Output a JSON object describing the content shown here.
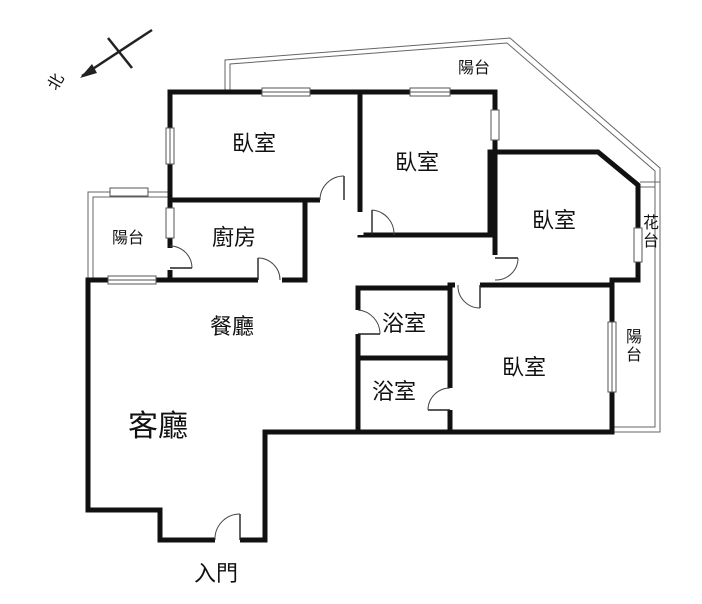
{
  "rooms": {
    "bedroom_nw": "臥室",
    "bedroom_north": "臥室",
    "bedroom_east": "臥室",
    "bedroom_se": "臥室",
    "kitchen": "廚房",
    "dining": "餐廳",
    "living": "客廳",
    "bath_upper": "浴室",
    "bath_lower": "浴室"
  },
  "balconies": {
    "north": "陽台",
    "west": "陽台",
    "east": "陽台",
    "flower_terrace": "花台"
  },
  "entrance": "入門",
  "compass": {
    "direction": "北"
  }
}
